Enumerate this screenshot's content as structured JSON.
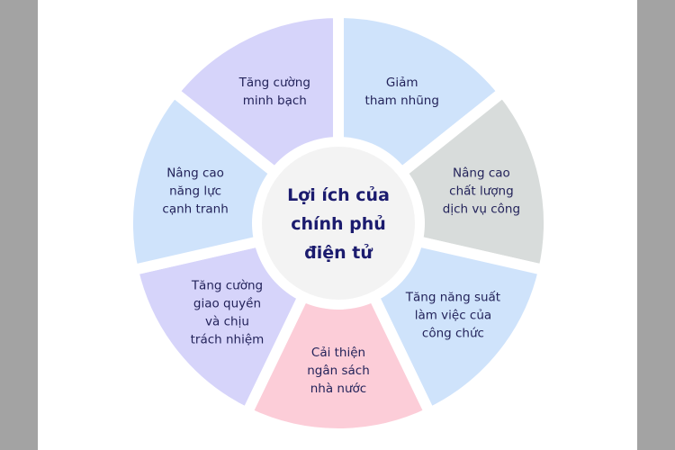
{
  "center_title": [
    "Lợi ích của",
    "chính phủ",
    "điện tử"
  ],
  "segments": [
    {
      "lines": [
        "Giảm",
        "tham nhũng"
      ],
      "color": "#cfe3fb"
    },
    {
      "lines": [
        "Nâng cao",
        "chất lượng",
        "dịch vụ công"
      ],
      "color": "#d8dcdb"
    },
    {
      "lines": [
        "Tăng năng suất",
        "làm việc của",
        "công chức"
      ],
      "color": "#cfe3fb"
    },
    {
      "lines": [
        "Cải thiện",
        "ngân sách",
        "nhà nước"
      ],
      "color": "#fccdd8"
    },
    {
      "lines": [
        "Tăng cường",
        "giao quyền",
        "và chịu",
        "trách nhiệm"
      ],
      "color": "#d6d4fa"
    },
    {
      "lines": [
        "Nâng cao",
        "năng lực",
        "cạnh tranh"
      ],
      "color": "#cfe3fb"
    },
    {
      "lines": [
        "Tăng cường",
        "minh bạch"
      ],
      "color": "#d6d4fa"
    }
  ],
  "colors": {
    "center_fill": "#f3f3f3",
    "text": "#23235a",
    "title": "#1b1b6e"
  }
}
